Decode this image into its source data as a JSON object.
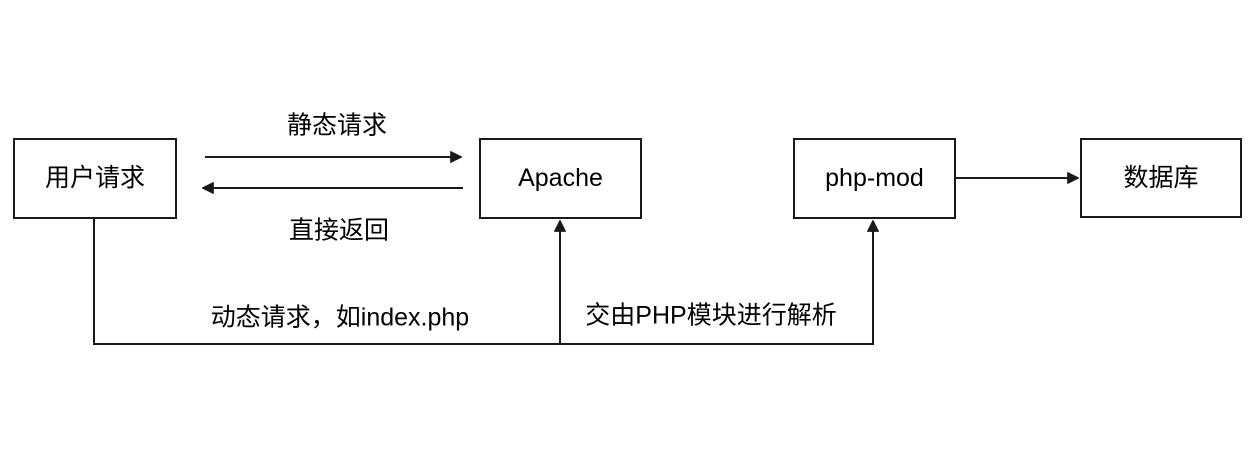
{
  "diagram": {
    "title": "Apache PHP request flow diagram",
    "colors": {
      "line": "#1a1a1a",
      "background": "#ffffff",
      "text": "#000000"
    },
    "nodes": [
      {
        "id": "user-request",
        "label": "用户请求"
      },
      {
        "id": "apache",
        "label": "Apache"
      },
      {
        "id": "php-mod",
        "label": "php-mod"
      },
      {
        "id": "database",
        "label": "数据库"
      }
    ],
    "edges": [
      {
        "id": "static-request",
        "from": "user-request",
        "to": "apache",
        "label": "静态请求"
      },
      {
        "id": "direct-return",
        "from": "apache",
        "to": "user-request",
        "label": "直接返回"
      },
      {
        "id": "dynamic-request",
        "from": "user-request",
        "to": "apache",
        "label": "动态请求，如index.php"
      },
      {
        "id": "php-parse",
        "from": "apache",
        "to": "php-mod",
        "label": "交由PHP模块进行解析"
      },
      {
        "id": "php-to-db",
        "from": "php-mod",
        "to": "database",
        "label": ""
      }
    ]
  }
}
